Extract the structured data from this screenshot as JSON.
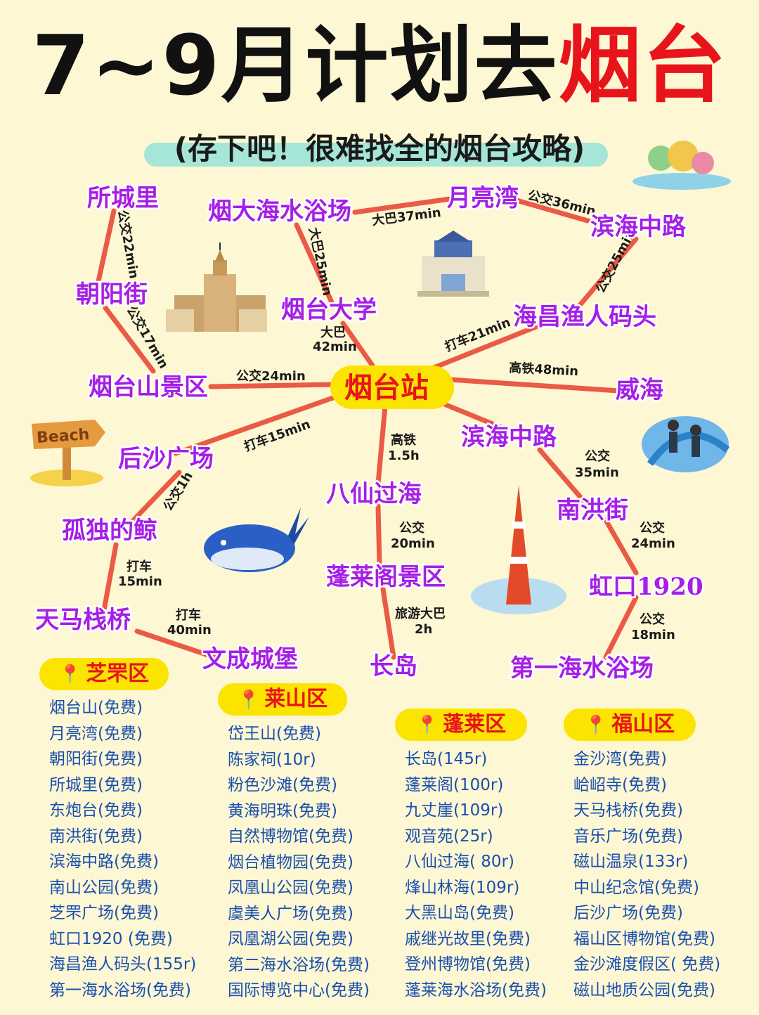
{
  "title": {
    "prefix": "7~9月计划去",
    "highlight": "烟台"
  },
  "subtitle": "(存下吧！很难找全的烟台攻略)",
  "map": {
    "hub": "烟台站",
    "places": {
      "suochengli": "所城里",
      "chaoyangjie": "朝阳街",
      "yantaishan": "烟台山景区",
      "yandahai": "烟大海水浴场",
      "yueliangwan": "月亮湾",
      "binhai1": "滨海中路",
      "yantaidaxue": "烟台大学",
      "haichang": "海昌渔人码头",
      "weihai": "威海",
      "housha": "后沙广场",
      "gudujing": "孤独的鲸",
      "tianma": "天马栈桥",
      "wencheng": "文成城堡",
      "baxian": "八仙过海",
      "penglai": "蓬莱阁景区",
      "changdao": "长岛",
      "binhai2": "滨海中路",
      "nanhong": "南洪街",
      "hongkou": "虹口1920",
      "diyihai": "第一海水浴场"
    },
    "edges": {
      "e1": "公交22min",
      "e2": "公交17min",
      "e3": "公交24min",
      "e4": "大巴25min",
      "e5": "大巴37min",
      "e6": "公交36min",
      "e7": "公交25min",
      "e8a": "大巴",
      "e8b": "42min",
      "e9": "打车21min",
      "e10": "高铁48min",
      "e11": "打车15min",
      "e12": "公交1h",
      "e13a": "打车",
      "e13b": "15min",
      "e14a": "打车",
      "e14b": "40min",
      "e15a": "高铁",
      "e15b": "1.5h",
      "e16a": "公交",
      "e16b": "20min",
      "e17a": "旅游大巴",
      "e17b": "2h",
      "e18a": "公交",
      "e18b": "35min",
      "e19a": "公交",
      "e19b": "24min",
      "e20a": "公交",
      "e20b": "18min"
    },
    "beach_sign": "Beach"
  },
  "districts": [
    {
      "name": "芝罘区",
      "items": [
        "烟台山(免费)",
        "月亮湾(免费)",
        "朝阳街(免费)",
        "所城里(免费)",
        "东炮台(免费)",
        "南洪街(免费)",
        "滨海中路(免费)",
        "南山公园(免费)",
        "芝罘广场(免费)",
        "虹口1920 (免费)",
        "海昌渔人码头(155r)",
        "第一海水浴场(免费)"
      ]
    },
    {
      "name": "莱山区",
      "items": [
        "岱王山(免费)",
        "陈家祠(10r)",
        "粉色沙滩(免费)",
        "黄海明珠(免费)",
        "自然博物馆(免费)",
        "烟台植物园(免费)",
        "凤凰山公园(免费)",
        "虞美人广场(免费)",
        "凤凰湖公园(免费)",
        "第二海水浴场(免费)",
        "国际博览中心(免费)"
      ]
    },
    {
      "name": "蓬莱区",
      "items": [
        "长岛(145r)",
        "蓬莱阁(100r)",
        "九丈崖(109r)",
        "观音苑(25r)",
        "八仙过海( 80r)",
        "烽山林海(109r)",
        "大黑山岛(免费)",
        "戚继光故里(免费)",
        "登州博物馆(免费)",
        "蓬莱海水浴场(免费)"
      ]
    },
    {
      "name": "福山区",
      "items": [
        "金沙湾(免费)",
        "峆岹寺(免费)",
        "天马栈桥(免费)",
        "音乐广场(免费)",
        "磁山温泉(133r)",
        "中山纪念馆(免费)",
        "后沙广场(免费)",
        "福山区博物馆(免费)",
        "金沙滩度假区( 免费)",
        "磁山地质公园(免费)"
      ]
    }
  ]
}
